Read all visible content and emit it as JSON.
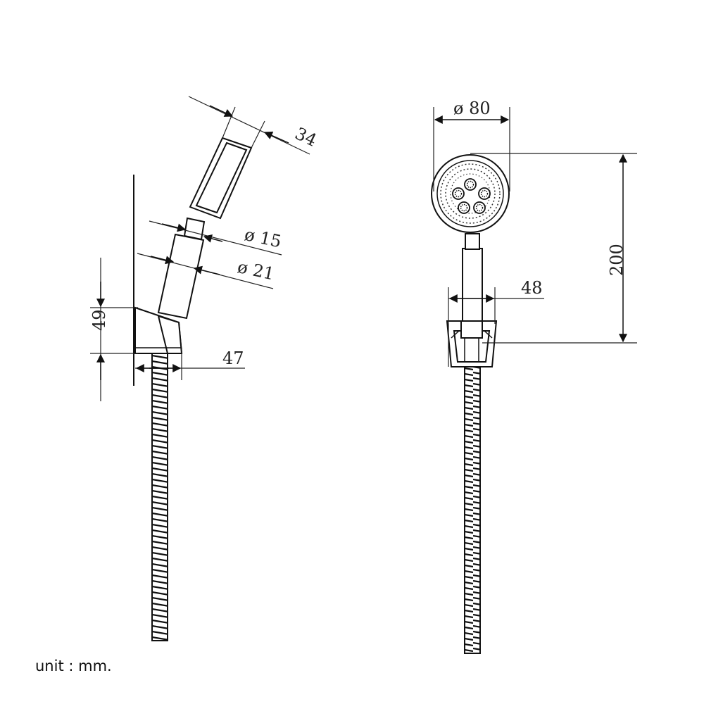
{
  "side_view": {
    "dim_head_thickness": "34",
    "dim_neck_diameter": "ø 15",
    "dim_handle_diameter": "ø 21",
    "dim_bracket_height": "49",
    "dim_bracket_depth": "47"
  },
  "front_view": {
    "dim_head_diameter": "ø 80",
    "dim_height": "200",
    "dim_bracket_width": "48"
  },
  "unit_note": "unit : mm.",
  "colors": {
    "line": "#111111",
    "background": "#ffffff"
  }
}
